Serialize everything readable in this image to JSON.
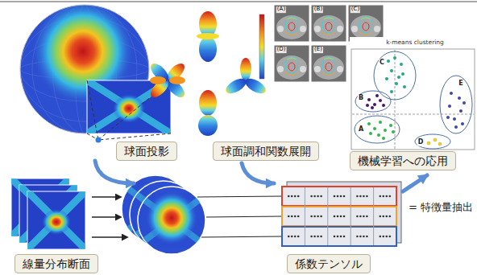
{
  "diagram": {
    "nodes": [
      {
        "text": [
          "球面投影"
        ]
      },
      {
        "text": [
          "球面調和関数展開"
        ]
      },
      {
        "text": [
          "機械学習への応用"
        ]
      },
      {
        "text": [
          "線量分布断面"
        ]
      },
      {
        "text": [
          "係数テンソル"
        ]
      }
    ],
    "labels": [
      "(A)",
      "(B)",
      "(C)",
      "(D)",
      "(E)",
      "k-means clustering",
      "C",
      "B",
      "A",
      "D",
      "E",
      "= 特徴量抽出"
    ]
  }
}
